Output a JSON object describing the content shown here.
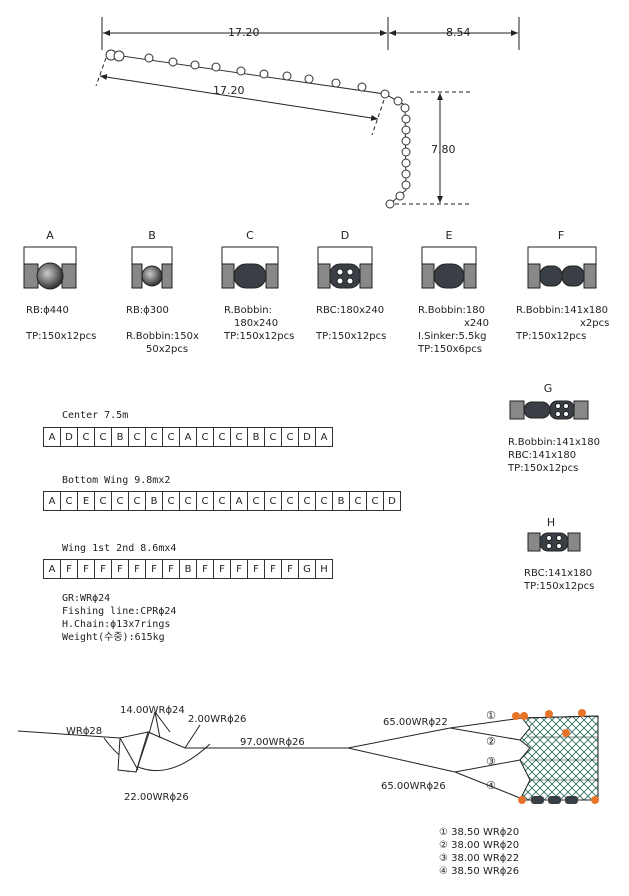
{
  "top_plan": {
    "dim_top_left": "17.20",
    "dim_top_right": "8.54",
    "dim_slant": "17.20",
    "dim_vertical": "7.80"
  },
  "components": [
    {
      "letter": "A",
      "lines": [
        "RB:ϕ440",
        "",
        "TP:150x12pcs"
      ]
    },
    {
      "letter": "B",
      "lines": [
        "RB:ϕ300",
        "",
        "R.Bobbin:150x",
        "50x2pcs"
      ]
    },
    {
      "letter": "C",
      "lines": [
        "R.Bobbin:",
        "180x240",
        "TP:150x12pcs"
      ]
    },
    {
      "letter": "D",
      "lines": [
        "RBC:180x240",
        "",
        "TP:150x12pcs"
      ]
    },
    {
      "letter": "E",
      "lines": [
        "R.Bobbin:180",
        "x240",
        "I.Sinker:5.5kg",
        "TP:150x6pcs"
      ]
    },
    {
      "letter": "F",
      "lines": [
        "R.Bobbin:141x180",
        "x2pcs",
        "TP:150x12pcs"
      ]
    },
    {
      "letter": "G",
      "lines": [
        "R.Bobbin:141x180",
        "RBC:141x180",
        "TP:150x12pcs"
      ]
    },
    {
      "letter": "H",
      "lines": [
        "RBC:141x180",
        "TP:150x12pcs"
      ]
    }
  ],
  "sequences": [
    {
      "title": "Center  7.5m",
      "cells": [
        "A",
        "D",
        "C",
        "C",
        "B",
        "C",
        "C",
        "C",
        "A",
        "C",
        "C",
        "C",
        "B",
        "C",
        "C",
        "D",
        "A"
      ]
    },
    {
      "title": "Bottom Wing 9.8mx2",
      "cells": [
        "A",
        "C",
        "E",
        "C",
        "C",
        "C",
        "B",
        "C",
        "C",
        "C",
        "C",
        "A",
        "C",
        "C",
        "C",
        "C",
        "C",
        "B",
        "C",
        "C",
        "D"
      ]
    },
    {
      "title": "Wing 1st 2nd  8.6mx4",
      "cells": [
        "A",
        "F",
        "F",
        "F",
        "F",
        "F",
        "F",
        "F",
        "B",
        "F",
        "F",
        "F",
        "F",
        "F",
        "F",
        "G",
        "H"
      ]
    }
  ],
  "specs": [
    "GR:WRϕ24",
    "Fishing line:CPRϕ24",
    "H.Chain:ϕ13x7rings",
    "Weight(수중):615kg"
  ],
  "rigging": {
    "wr28": "WRϕ28",
    "wr24": "14.00WRϕ24",
    "wr26_short": "2.00WRϕ26",
    "wr26_main": "97.00WRϕ26",
    "wr22": "65.00WRϕ22",
    "wr26_lower": "65.00WRϕ26",
    "wr26_bottom": "22.00WRϕ26",
    "markers": [
      "①",
      "②",
      "③",
      "④"
    ]
  },
  "legend": [
    "① 38.50 WRϕ20",
    "② 38.00 WRϕ20",
    "③ 38.00 WRϕ22",
    "④ 38.50 WRϕ26"
  ],
  "colors": {
    "float": "#e8742a",
    "line": "#222",
    "net": "#2a6a5a",
    "bobbin": "#3a3f45"
  }
}
